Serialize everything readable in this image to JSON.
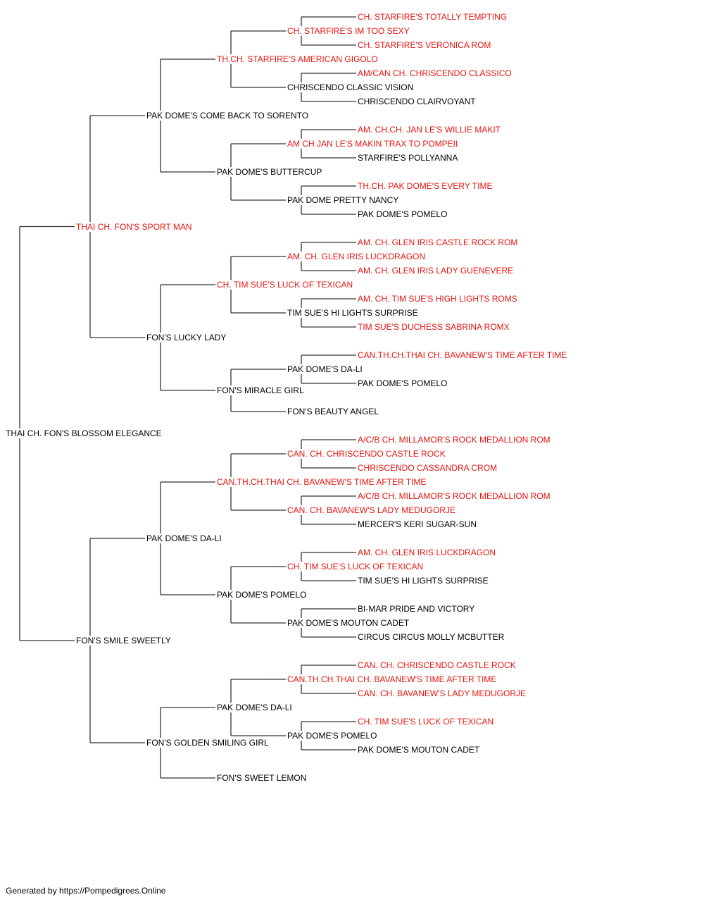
{
  "colors": {
    "title_holder": "#e8150f",
    "normal": "#000000",
    "connector": "#333333"
  },
  "footer": "Generated by https://Pompedigrees.Online",
  "pedigree": {
    "name": "THAI CH. FON'S BLOSSOM ELEGANCE",
    "title": false,
    "sire": {
      "name": "THAI CH. FON'S SPORT MAN",
      "title": true,
      "sire": {
        "name": "PAK DOME'S COME BACK TO SORENTO",
        "title": false,
        "sire": {
          "name": "TH.CH. STARFIRE'S AMERICAN GIGOLO",
          "title": true,
          "sire": {
            "name": "CH. STARFIRE'S IM TOO SEXY",
            "title": true,
            "sire": {
              "name": "CH. STARFIRE'S TOTALLY TEMPTING",
              "title": true
            },
            "dam": {
              "name": "CH. STARFIRE'S VERONICA ROM",
              "title": true
            }
          },
          "dam": {
            "name": "CHRISCENDO CLASSIC VISION",
            "title": false,
            "sire": {
              "name": "AM/CAN CH. CHRISCENDO CLASSICO",
              "title": true
            },
            "dam": {
              "name": "CHRISCENDO CLAIRVOYANT",
              "title": false
            }
          }
        },
        "dam": {
          "name": "PAK DOME'S BUTTERCUP",
          "title": false,
          "sire": {
            "name": "AM CH JAN LE'S MAKIN TRAX TO POMPEII",
            "title": true,
            "sire": {
              "name": "AM. CH.CH. JAN LE'S WILLIE MAKIT",
              "title": true
            },
            "dam": {
              "name": "STARFIRE'S POLLYANNA",
              "title": false
            }
          },
          "dam": {
            "name": "PAK DOME PRETTY NANCY",
            "title": false,
            "sire": {
              "name": "TH.CH. PAK DOME'S EVERY TIME",
              "title": true
            },
            "dam": {
              "name": "PAK DOME'S POMELO",
              "title": false
            }
          }
        }
      },
      "dam": {
        "name": "FON'S LUCKY LADY",
        "title": false,
        "sire": {
          "name": "CH. TIM SUE'S LUCK OF TEXICAN",
          "title": true,
          "sire": {
            "name": "AM. CH. GLEN IRIS LUCKDRAGON",
            "title": true,
            "sire": {
              "name": "AM. CH. GLEN IRIS CASTLE ROCK ROM",
              "title": true
            },
            "dam": {
              "name": "AM. CH. GLEN IRIS LADY GUENEVERE",
              "title": true
            }
          },
          "dam": {
            "name": "TIM SUE'S HI LIGHTS SURPRISE",
            "title": false,
            "sire": {
              "name": "AM. CH. TIM SUE'S HIGH LIGHTS ROMS",
              "title": true
            },
            "dam": {
              "name": "TIM SUE'S DUCHESS SABRINA ROMX",
              "title": true
            }
          }
        },
        "dam": {
          "name": "FON'S MIRACLE GIRL",
          "title": false,
          "sire": {
            "name": "PAK DOME'S DA-LI",
            "title": false,
            "sire": {
              "name": "CAN.TH.CH.THAI CH. BAVANEW'S TIME AFTER TIME",
              "title": true
            },
            "dam": {
              "name": "PAK DOME'S POMELO",
              "title": false
            }
          },
          "dam": {
            "name": "FON'S BEAUTY ANGEL",
            "title": false
          }
        }
      }
    },
    "dam": {
      "name": "FON'S SMILE SWEETLY",
      "title": false,
      "sire": {
        "name": "PAK DOME'S DA-LI",
        "title": false,
        "sire": {
          "name": "CAN.TH.CH.THAI CH. BAVANEW'S TIME AFTER TIME",
          "title": true,
          "sire": {
            "name": "CAN. CH. CHRISCENDO CASTLE ROCK",
            "title": true,
            "sire": {
              "name": "A/C/B CH. MILLAMOR'S ROCK MEDALLION ROM",
              "title": true
            },
            "dam": {
              "name": "CHRISCENDO CASSANDRA CROM",
              "title": true
            }
          },
          "dam": {
            "name": "CAN. CH. BAVANEW'S LADY MEDUGORJE",
            "title": true,
            "sire": {
              "name": "A/C/B CH. MILLAMOR'S ROCK MEDALLION ROM",
              "title": true
            },
            "dam": {
              "name": "MERCER'S KERI SUGAR-SUN",
              "title": false
            }
          }
        },
        "dam": {
          "name": "PAK DOME'S POMELO",
          "title": false,
          "sire": {
            "name": "CH. TIM SUE'S LUCK OF TEXICAN",
            "title": true,
            "sire": {
              "name": "AM. CH. GLEN IRIS LUCKDRAGON",
              "title": true
            },
            "dam": {
              "name": "TIM SUE'S HI LIGHTS SURPRISE",
              "title": false
            }
          },
          "dam": {
            "name": "PAK DOME'S MOUTON CADET",
            "title": false,
            "sire": {
              "name": "BI-MAR PRIDE AND VICTORY",
              "title": false
            },
            "dam": {
              "name": "CIRCUS CIRCUS MOLLY MCBUTTER",
              "title": false
            }
          }
        }
      },
      "dam": {
        "name": "FON'S GOLDEN SMILING GIRL",
        "title": false,
        "sire": {
          "name": "PAK DOME'S DA-LI",
          "title": false,
          "sire": {
            "name": "CAN.TH.CH.THAI CH. BAVANEW'S TIME AFTER TIME",
            "title": true,
            "sire": {
              "name": "CAN. CH. CHRISCENDO CASTLE ROCK",
              "title": true
            },
            "dam": {
              "name": "CAN. CH. BAVANEW'S LADY MEDUGORJE",
              "title": true
            }
          },
          "dam": {
            "name": "PAK DOME'S POMELO",
            "title": false,
            "sire": {
              "name": "CH. TIM SUE'S LUCK OF TEXICAN",
              "title": true
            },
            "dam": {
              "name": "PAK DOME'S MOUTON CADET",
              "title": false
            }
          }
        },
        "dam": {
          "name": "FON'S SWEET LEMON",
          "title": false
        }
      }
    }
  }
}
